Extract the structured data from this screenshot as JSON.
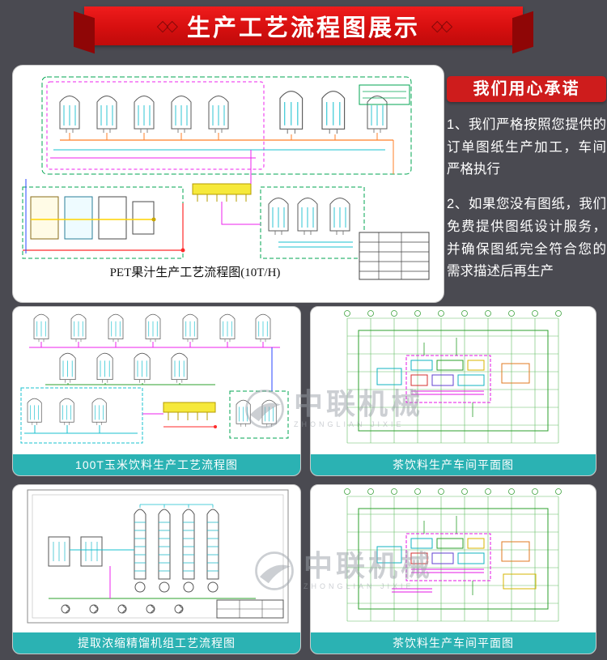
{
  "banner": {
    "decor_left": "◇◇",
    "title": "生产工艺流程图展示",
    "decor_right": "◇◇"
  },
  "promise": {
    "badge": "我们用心承诺",
    "items": [
      "1、我们严格按照您提供的订单图纸生产加工，车间严格执行",
      "2、如果您没有图纸，我们免费提供图纸设计服务，并确保图纸完全符合您的需求描述后再生产"
    ]
  },
  "cards": {
    "main": {
      "caption": "PET果汁生产工艺流程图(10T/H)"
    },
    "mid_left": {
      "caption": "100T玉米饮料生产工艺流程图"
    },
    "mid_right": {
      "caption": "茶饮料生产车间平面图"
    },
    "bottom_left": {
      "caption": "提取浓缩精馏机组工艺流程图"
    },
    "bottom_right": {
      "caption": "茶饮料生产车间平面图"
    }
  },
  "watermark": {
    "text": "中联机械",
    "subtext": "ZHONGLIAN JIXIE"
  },
  "colors": {
    "background": "#4a4a51",
    "banner_red": "#d60f0f",
    "badge_red": "#ce1c1c",
    "caption_teal": "#2bb2b3",
    "diagram_green": "#00a651",
    "diagram_magenta": "#ee22ee",
    "diagram_cyan": "#18c0cf"
  }
}
